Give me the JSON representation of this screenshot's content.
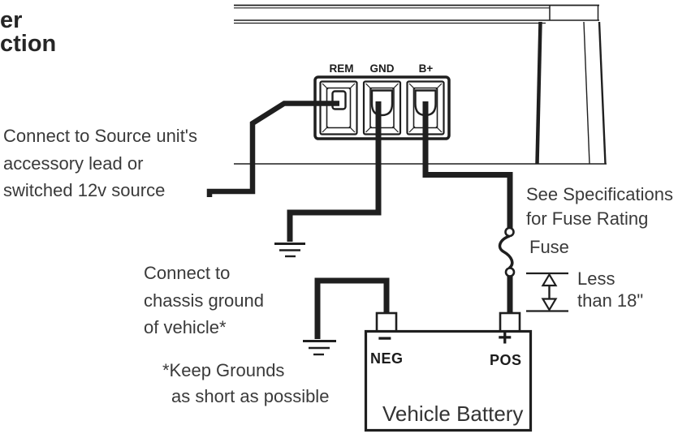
{
  "colors": {
    "ink": "#1f1f1f",
    "text": "#3a3a3a"
  },
  "header": {
    "clipped_title_fragment": "er\nction"
  },
  "amplifier": {
    "terminals": [
      {
        "label": "REM"
      },
      {
        "label": "GND"
      },
      {
        "label": "B+"
      }
    ]
  },
  "annotations": {
    "remote_note": "Connect to Source unit's\naccessory lead or\nswitched 12v source",
    "chassis_note": "Connect to\nchassis ground\nof vehicle*",
    "grounds_note_line1": "*Keep Grounds",
    "grounds_note_line2": "as short as possible",
    "fuse_spec_note": "See Specifications\nfor Fuse Rating",
    "fuse_label": "Fuse",
    "length_note": "Less\nthan 18\""
  },
  "battery": {
    "neg_symbol": "−",
    "pos_symbol": "+",
    "neg_label": "NEG",
    "pos_label": "POS",
    "name": "Vehicle Battery"
  },
  "icons": {
    "ground_symbol_1": "chassis-ground-icon",
    "ground_symbol_2": "chassis-ground-icon",
    "fuse_symbol": "inline-fuse-icon"
  }
}
